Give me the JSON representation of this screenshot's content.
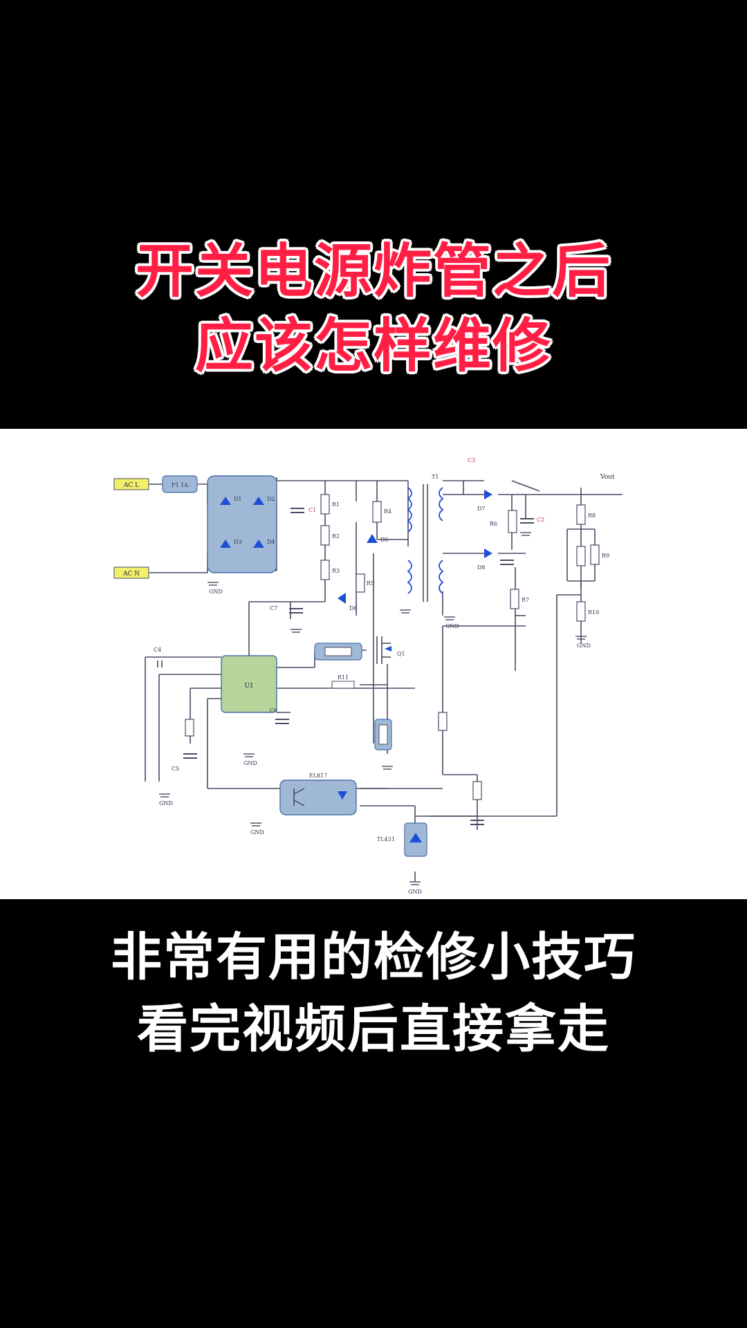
{
  "title": {
    "line1": "开关电源炸管之后",
    "line2": "应该怎样维修",
    "color": "#ff1f44"
  },
  "caption": {
    "line1": "非常有用的检修小技巧",
    "line2": "看完视频后直接拿走",
    "color": "#ffffff"
  },
  "schematic": {
    "component_fill": "#9fb8d6",
    "ic_fill": "#b7d49a",
    "connector_fill": "#f2ef6a",
    "labels": {
      "ac_l": "AC L",
      "ac_n": "AC N",
      "fuse": "F1 1A",
      "vout": "Vout",
      "gnd": "GND",
      "q1": "Q1",
      "u1": "U1",
      "u2": "EL817",
      "u3": "TL431",
      "d1": "D1",
      "d2": "D2",
      "d3": "D3",
      "d4": "D4",
      "d5": "D5",
      "d6": "D6",
      "d7": "D7",
      "d8": "D8",
      "r1": "R1",
      "r2": "R2",
      "r3": "R3",
      "r4": "R4",
      "r5": "R5",
      "r6": "R6",
      "r7": "R7",
      "r8": "R8",
      "r9": "R9",
      "r10": "R10",
      "r11": "R11",
      "c1": "C1",
      "c2": "C2",
      "c3": "C3",
      "c4": "C4",
      "c5": "C5",
      "c6": "C6",
      "c7": "C7",
      "t1": "T1"
    }
  }
}
